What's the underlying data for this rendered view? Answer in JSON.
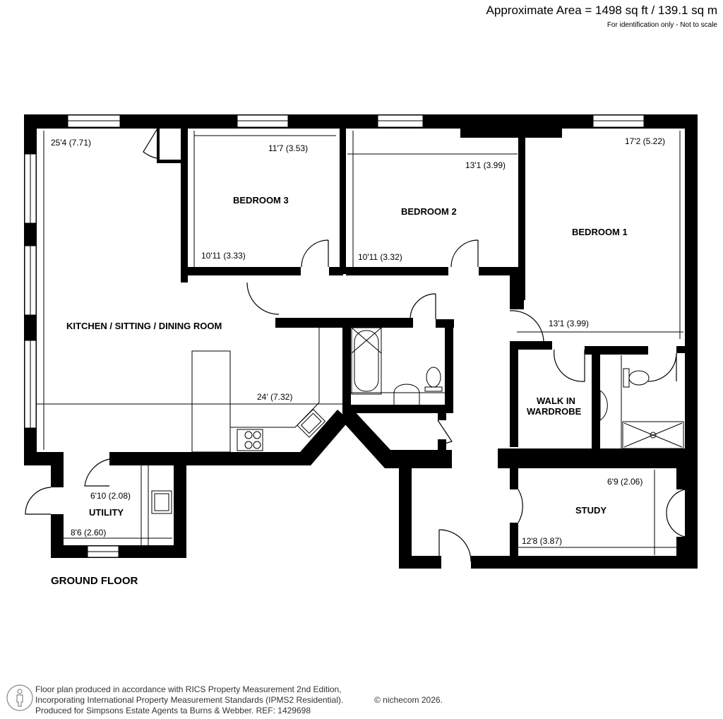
{
  "header": {
    "area": "Approximate Area = 1498 sq ft / 139.1 sq m",
    "disclaimer": "For identification only - Not to scale"
  },
  "floor": {
    "label": "GROUND FLOOR"
  },
  "rooms": {
    "kitchen": {
      "name": "KITCHEN / SITTING / DINING ROOM",
      "dim_length": "25'4 (7.71)",
      "dim_width": "24' (7.32)"
    },
    "bedroom3": {
      "name": "BEDROOM 3",
      "dim_width": "11'7 (3.53)",
      "dim_length": "10'11 (3.33)"
    },
    "bedroom2": {
      "name": "BEDROOM 2",
      "dim_width": "13'1 (3.99)",
      "dim_length": "10'11 (3.32)"
    },
    "bedroom1": {
      "name": "BEDROOM 1",
      "dim_length": "17'2 (5.22)",
      "dim_width": "13'1 (3.99)"
    },
    "wardrobe": {
      "name_line1": "WALK IN",
      "name_line2": "WARDROBE"
    },
    "utility": {
      "name": "UTILITY",
      "dim_length": "6'10 (2.08)",
      "dim_width": "8'6 (2.60)"
    },
    "study": {
      "name": "STUDY",
      "dim_length": "6'9 (2.06)",
      "dim_width": "12'8 (3.87)"
    }
  },
  "footer": {
    "line1": "Floor plan produced in accordance with RICS Property Measurement 2nd Edition,",
    "line2": "Incorporating International Property Measurement Standards (IPMS2 Residential).",
    "line3": "Produced for Simpsons Estate Agents ta Burns & Webber.   REF:  1429698",
    "copyright": "© nichecom 2026."
  },
  "icons": {
    "logo": "person-in-circle-icon"
  },
  "colors": {
    "wall": "#000000",
    "background": "#ffffff",
    "footer_text": "#333333"
  }
}
